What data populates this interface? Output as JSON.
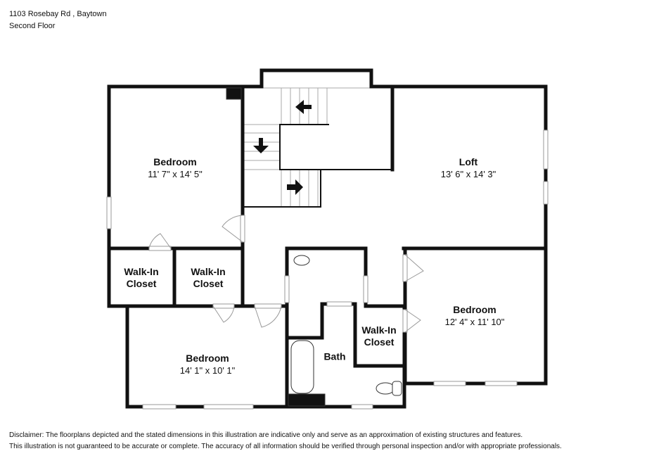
{
  "header": {
    "address": "1103 Rosebay Rd , Baytown",
    "floor": "Second Floor"
  },
  "rooms": [
    {
      "name": "Bedroom",
      "dims": "11' 7\" x 14' 5\""
    },
    {
      "name": "Loft",
      "dims": "13' 6\" x 14' 3\""
    },
    {
      "name": "Walk-In",
      "name2": "Closet"
    },
    {
      "name": "Walk-In",
      "name2": "Closet"
    },
    {
      "name": "Bedroom",
      "dims": "12' 4\" x 11' 10\""
    },
    {
      "name": "Walk-In",
      "name2": "Closet"
    },
    {
      "name": "Bedroom",
      "dims": "14' 1\" x 10' 1\""
    },
    {
      "name": "Bath"
    }
  ],
  "disclaimer": {
    "line1": "Disclaimer: The floorplans depicted and the stated dimensions in this illustration are indicative only and serve as an approximation of existing structures and features.",
    "line2": "This illustration is not guaranteed to be accurate or complete. The accuracy of all information should be verified through personal inspection and/or with appropriate professionals."
  }
}
